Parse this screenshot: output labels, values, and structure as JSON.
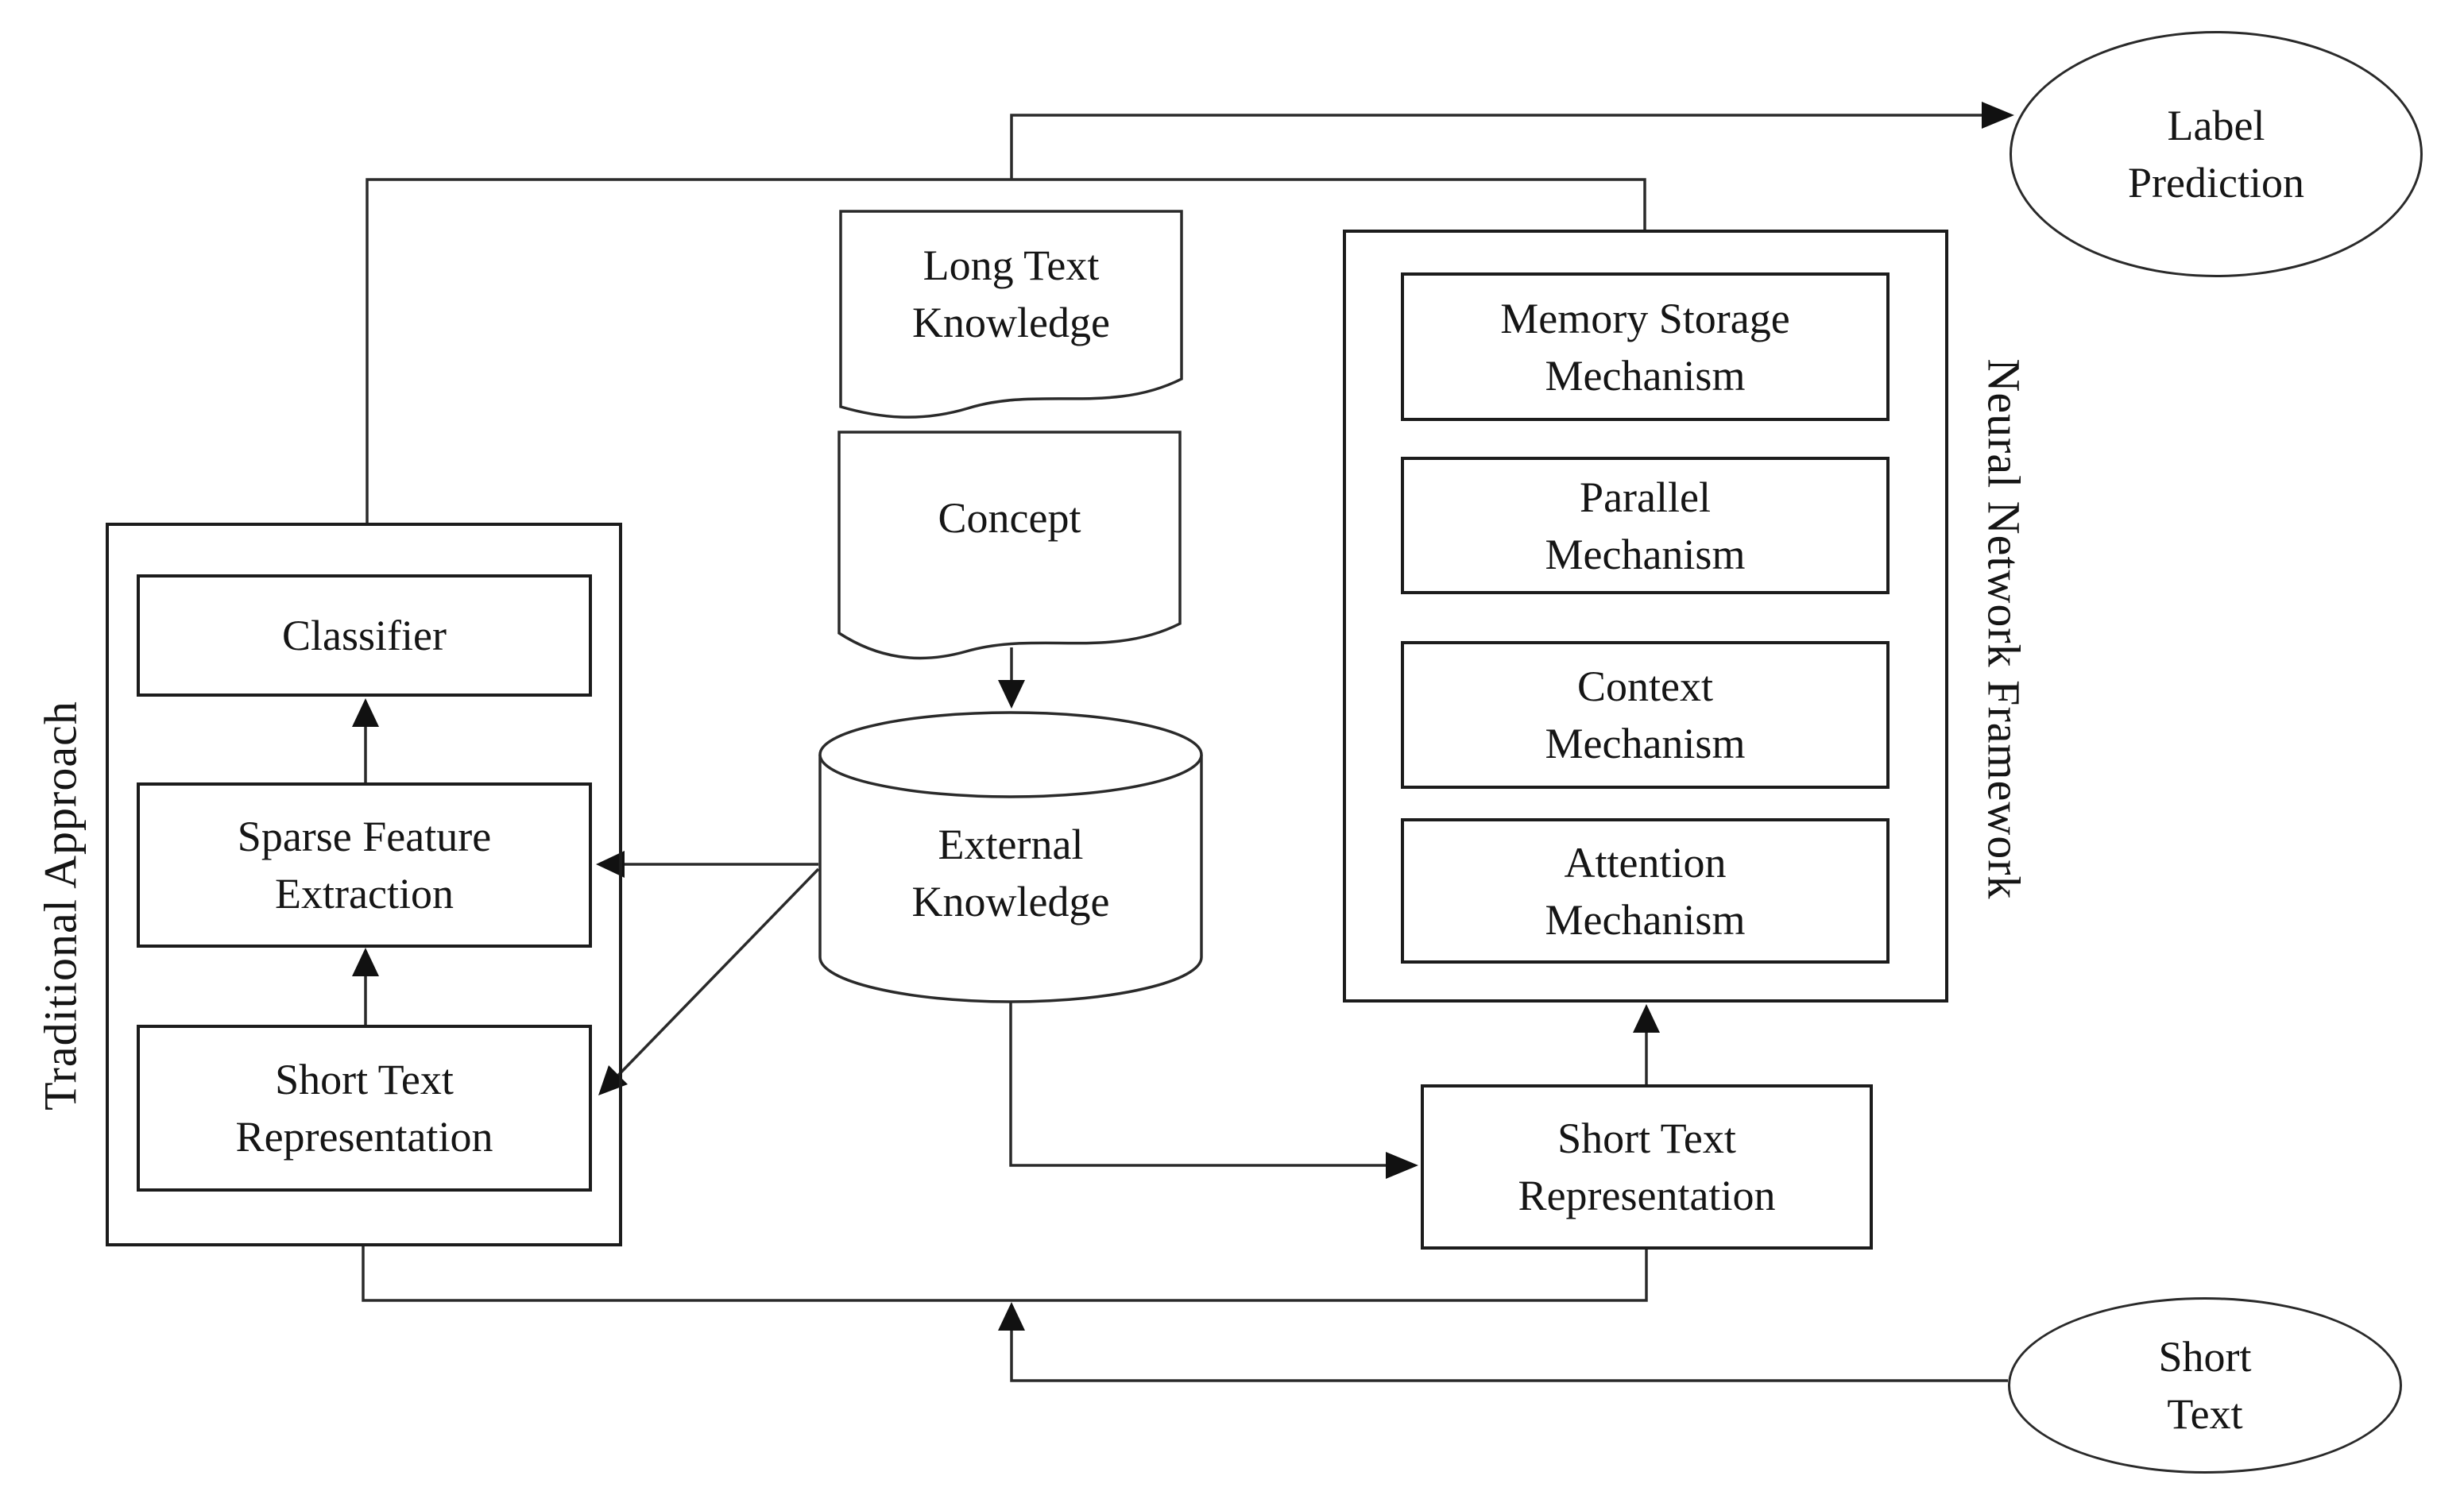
{
  "diagram": {
    "colors": {
      "stroke": "#2a2a2a",
      "background": "#ffffff",
      "text": "#151515"
    },
    "nodes": {
      "label_prediction": {
        "lines": [
          "Label",
          "Prediction"
        ]
      },
      "long_text_knowledge": {
        "lines": [
          "Long Text",
          "Knowledge"
        ]
      },
      "concept": {
        "label": "Concept"
      },
      "external_knowledge": {
        "lines": [
          "External",
          "Knowledge"
        ]
      },
      "traditional_group_label": "Traditional Approach",
      "classifier": {
        "label": "Classifier"
      },
      "sparse_feature_extraction": {
        "lines": [
          "Sparse Feature",
          "Extraction"
        ]
      },
      "short_text_representation_left": {
        "lines": [
          "Short Text",
          "Representation"
        ]
      },
      "neural_group_label": "Neural Network Framework",
      "memory_storage_mechanism": {
        "lines": [
          "Memory Storage",
          "Mechanism"
        ]
      },
      "parallel_mechanism": {
        "lines": [
          "Parallel",
          "Mechanism"
        ]
      },
      "context_mechanism": {
        "lines": [
          "Context",
          "Mechanism"
        ]
      },
      "attention_mechanism": {
        "lines": [
          "Attention",
          "Mechanism"
        ]
      },
      "short_text_representation_right": {
        "lines": [
          "Short Text",
          "Representation"
        ]
      },
      "short_text": {
        "lines": [
          "Short",
          "Text"
        ]
      }
    }
  }
}
